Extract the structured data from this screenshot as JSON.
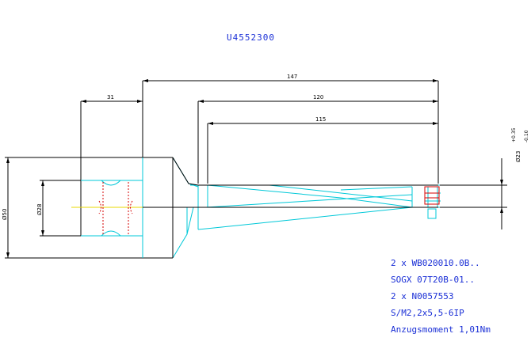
{
  "title": "U4552300",
  "dimensions": {
    "d31": "31",
    "d147": "147",
    "d120": "120",
    "d115": "115",
    "dia50": "Ø50",
    "dia28": "Ø28",
    "dia23": "Ø23",
    "tol_upper": "+0.35",
    "tol_lower": "-0.10"
  },
  "notes": [
    "2 x WB020010.0B..",
    "SOGX 07T20B-01..",
    "2 x N0057553",
    "S/M2,2x5,5-6IP",
    "Anzugsmoment 1,01Nm"
  ],
  "colors": {
    "outline": "#000000",
    "body": "#00c8d8",
    "text": "#1a2fd6",
    "hidden": "#d40000",
    "axis": "#e8d800"
  }
}
